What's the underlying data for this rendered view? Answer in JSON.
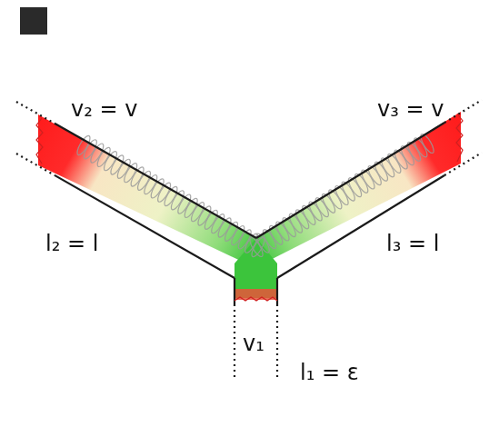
{
  "diagram": {
    "labels": [
      "v₂ = v",
      "v₃ = v",
      "l₂ = l",
      "l₃ = l",
      "v₁",
      "l₁ = ε"
    ]
  }
}
